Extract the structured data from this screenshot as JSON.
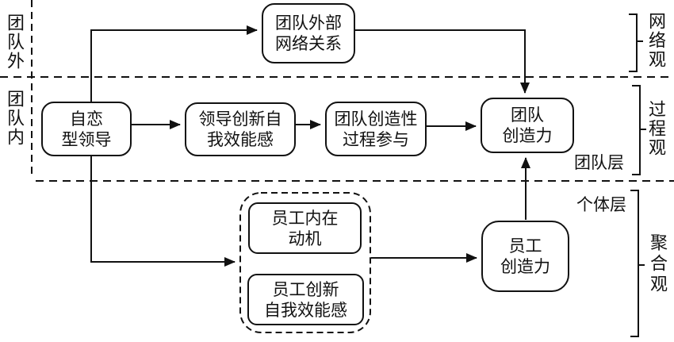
{
  "figure": {
    "nodes": {
      "external_network": {
        "line1": "团队外部",
        "line2": "网络关系"
      },
      "narcissistic_leadership": {
        "line1": "自恋",
        "line2": "型领导"
      },
      "leader_creative_self_efficacy": {
        "line1": "领导创新自",
        "line2": "我效能感"
      },
      "team_creative_process_engagement": {
        "line1": "团队创造性",
        "line2": "过程参与"
      },
      "team_creativity": {
        "line1": "团队",
        "line2": "创造力"
      },
      "employee_intrinsic_motivation": {
        "line1": "员工内在",
        "line2": "动机"
      },
      "employee_creative_self_efficacy": {
        "line1": "员工创新",
        "line2": "自我效能感"
      },
      "employee_creativity": {
        "line1": "员工",
        "line2": "创造力"
      }
    },
    "region_labels": {
      "outside_team": "团队外",
      "inside_team": "团队内"
    },
    "level_labels": {
      "team_level": "团队层",
      "individual_level": "个体层"
    },
    "view_labels": {
      "network_view": "网络观",
      "process_view": "过程观",
      "aggregation_view": "聚合观"
    },
    "colors": {
      "line": "#111111",
      "background": "#ffffff"
    }
  }
}
